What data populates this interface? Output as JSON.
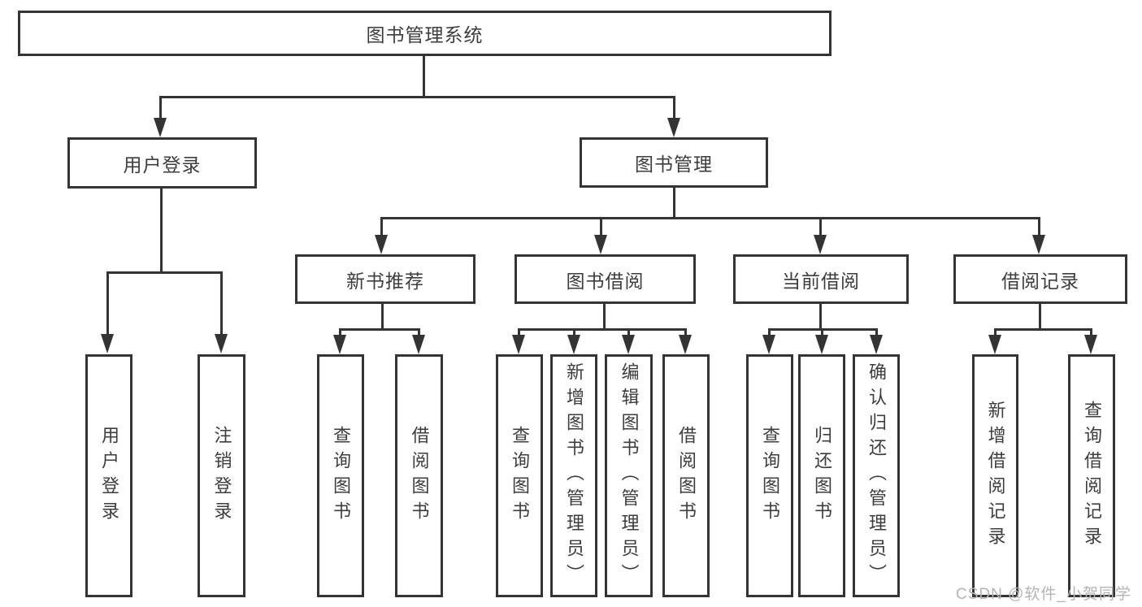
{
  "diagram": {
    "root": {
      "label": "图书管理系统"
    },
    "level2": [
      {
        "label": "用户登录"
      },
      {
        "label": "图书管理"
      }
    ],
    "level3": [
      {
        "label": "新书推荐"
      },
      {
        "label": "图书借阅"
      },
      {
        "label": "当前借阅"
      },
      {
        "label": "借阅记录"
      }
    ],
    "leaves": {
      "user_login": [
        "用户登录",
        "注销登录"
      ],
      "new_book_rec": [
        "查询图书",
        "借阅图书"
      ],
      "book_borrow": [
        "查询图书",
        "新增图书（管理员）",
        "编辑图书（管理员）",
        "借阅图书"
      ],
      "current_borrow": [
        "查询图书",
        "归还图书",
        "确认归还（管理员）"
      ],
      "borrow_record": [
        "新增借阅记录",
        "查询借阅记录"
      ]
    }
  },
  "watermark": "CSDN @软件_小贺同学",
  "colors": {
    "line": "#343434",
    "text": "#3d3d3d",
    "watermark": "#b4b4b4",
    "background": "#ffffff"
  }
}
